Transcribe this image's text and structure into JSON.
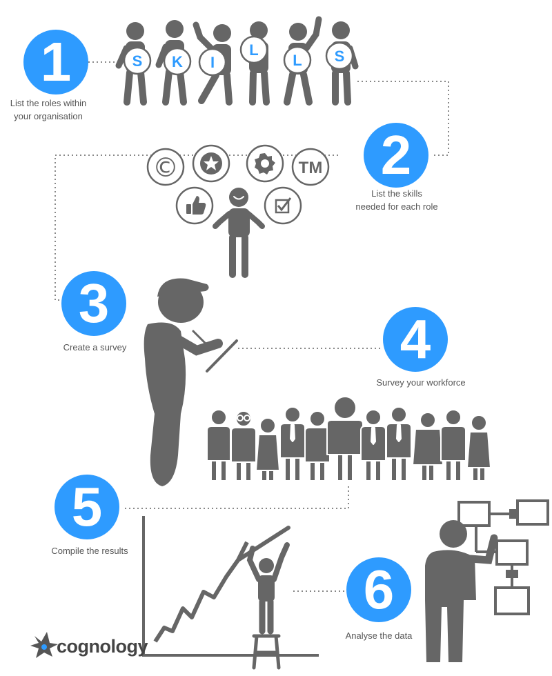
{
  "steps": [
    {
      "number": "1",
      "label_lines": [
        "List the roles within",
        "your organisation"
      ]
    },
    {
      "number": "2",
      "label_lines": [
        "List the skills",
        "needed for each role"
      ]
    },
    {
      "number": "3",
      "label_lines": [
        "Create a survey"
      ]
    },
    {
      "number": "4",
      "label_lines": [
        "Survey your workforce"
      ]
    },
    {
      "number": "5",
      "label_lines": [
        "Compile the results"
      ]
    },
    {
      "number": "6",
      "label_lines": [
        "Analyse the data"
      ]
    }
  ],
  "skills_letters": [
    "S",
    "K",
    "I",
    "L",
    "L",
    "S"
  ],
  "skill_icons": [
    "copyright-icon",
    "star-icon",
    "award-badge-icon",
    "trademark-icon",
    "thumbs-up-icon",
    "checkbox-icon"
  ],
  "skill_icon_text": {
    "copyright": "©",
    "trademark": "TM"
  },
  "brand": {
    "name": "cognology"
  },
  "colors": {
    "accent": "#2e9bff",
    "figure": "#666666",
    "text": "#555555",
    "connector": "#888888"
  }
}
